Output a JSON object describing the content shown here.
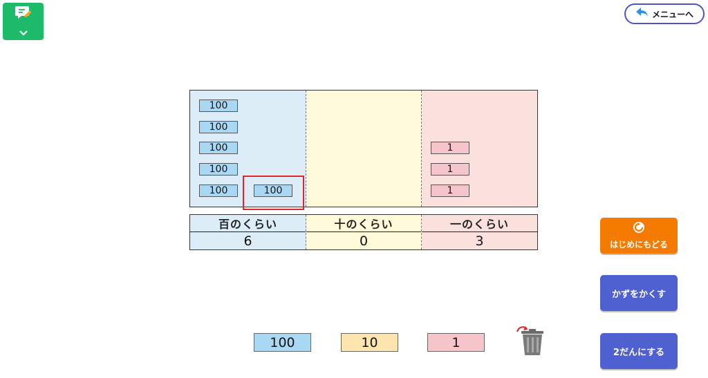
{
  "note_button": {
    "icon": "note-pencil-icon",
    "chevron": "chevron-down-icon",
    "color": "#1dba6a"
  },
  "menu_button": {
    "label": "メニューへ",
    "icon": "back-arrow-icon"
  },
  "board": {
    "hundreds_tiles": [
      "100",
      "100",
      "100",
      "100",
      "100",
      "100"
    ],
    "tens_tiles": [],
    "ones_tiles": [
      "1",
      "1",
      "1"
    ]
  },
  "table": {
    "headers": [
      "百のくらい",
      "十のくらい",
      "一のくらい"
    ],
    "values": [
      "6",
      "0",
      "3"
    ]
  },
  "source_tiles": {
    "hundred": "100",
    "ten": "10",
    "one": "1"
  },
  "buttons": {
    "restart": "はじめにもどる",
    "hide_numbers": "かずをかくす",
    "two_tiers": "2だんにする"
  },
  "colors": {
    "hundreds": "#dcedf8",
    "tens": "#fffad9",
    "ones": "#fbe1de",
    "selection": "#e0262b",
    "action_blue": "#4f60d0",
    "action_orange": "#f47b00"
  }
}
